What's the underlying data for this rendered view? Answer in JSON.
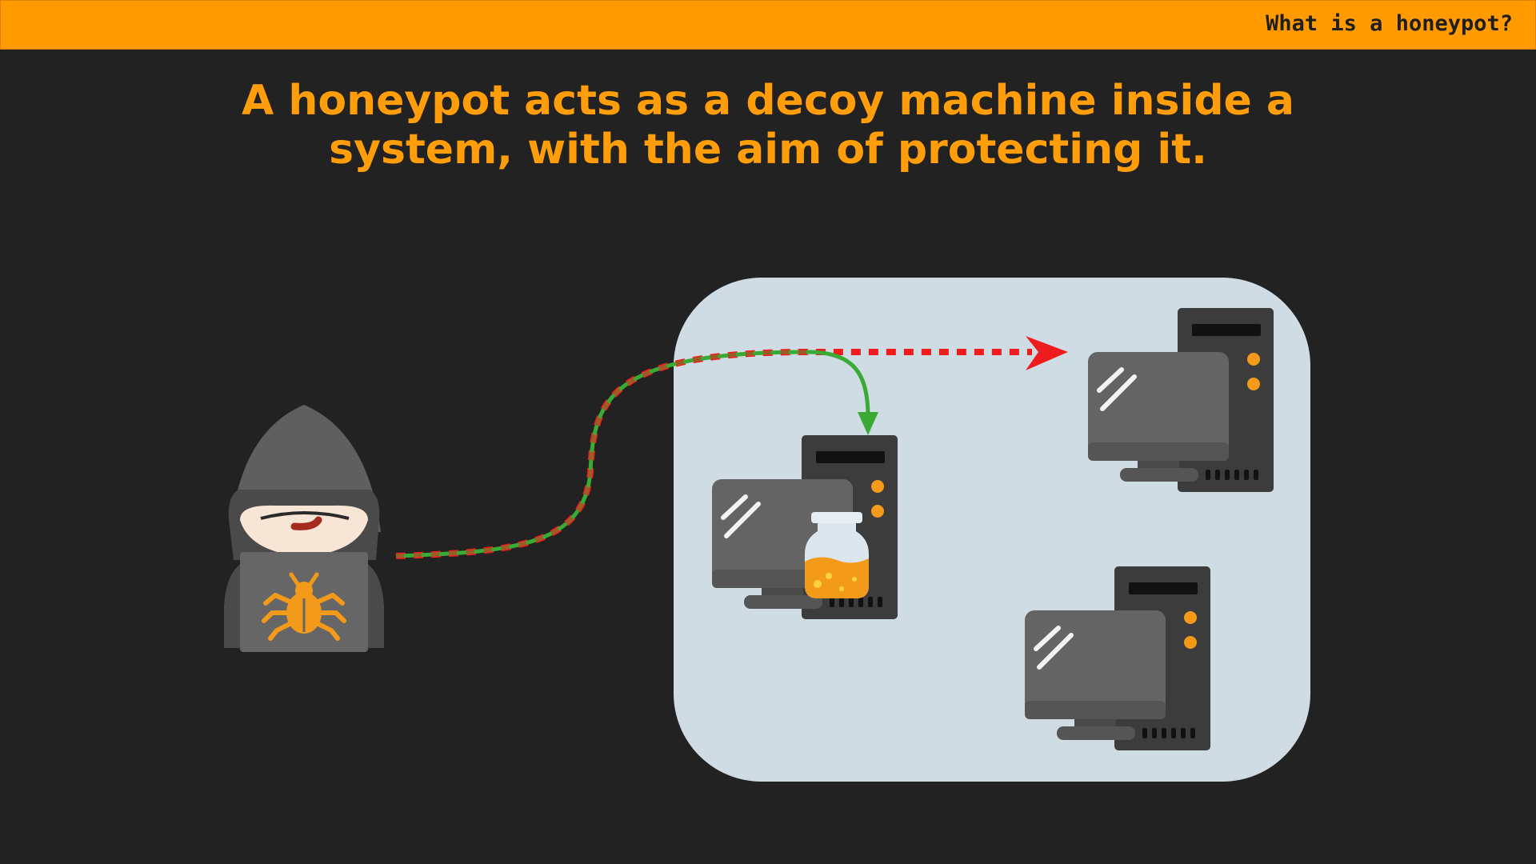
{
  "header": {
    "title": "What is a honeypot?"
  },
  "headline": {
    "line1": "A honeypot acts as a decoy machine inside a",
    "line2": "system, with the aim of protecting it."
  },
  "icons": {
    "attacker": "hooded-hacker-icon",
    "laptop_badge": "bug-icon",
    "honeypot_machine": "desktop-computer-icon",
    "honeypot_marker": "honey-jar-icon",
    "protected_machines": [
      "desktop-computer-icon",
      "desktop-computer-icon"
    ]
  },
  "colors": {
    "accent": "#ff9b00",
    "background": "#222222",
    "network_zone": "#d0dce4",
    "diverted_path": "#3aaa35",
    "intended_path": "#ee1c1c"
  }
}
